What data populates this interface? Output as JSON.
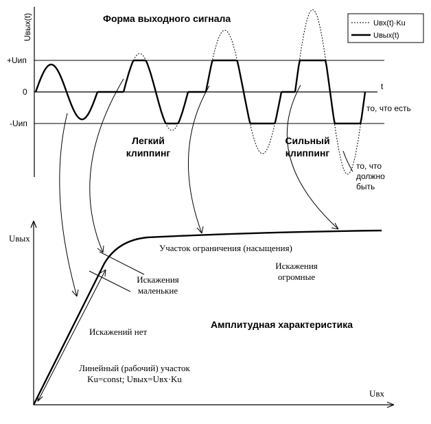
{
  "top": {
    "title": "Форма выходного сигнала",
    "y_axis_label": "Uвых(t)",
    "level_plus": "+Uип",
    "level_zero": "0",
    "level_minus": "-Uип",
    "t_label": "t",
    "legend": {
      "dotted": "Uвх(t)·Ku",
      "solid": "Uвых(t)"
    },
    "light_clip": [
      "Легкий",
      "клиппинг"
    ],
    "strong_clip": [
      "Сильный",
      "клиппинг"
    ],
    "what_is": "то, что есть",
    "what_should": [
      "то, что",
      "должно",
      "быть"
    ]
  },
  "bottom": {
    "title": "Амплитудная характеристика",
    "y_axis_label": "Uвых",
    "x_axis_label": "Uвх",
    "saturation": "Участок ограничения (насыщения)",
    "huge_dist": [
      "Искажения",
      "огромные"
    ],
    "small_dist": [
      "Искажения",
      "маленькие"
    ],
    "no_dist": "Искажений нет",
    "linear": [
      "Линейный (рабочий) участок",
      "Ku=const; Uвых=Uвх·Ku"
    ]
  }
}
